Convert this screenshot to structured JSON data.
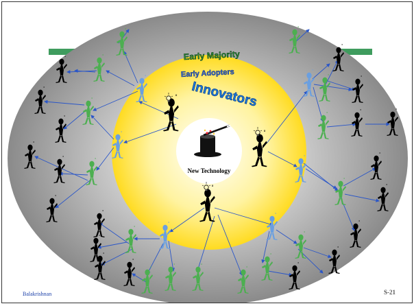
{
  "diagram": {
    "outer_label": "Early Majority",
    "middle_label": "Early Adopters",
    "inner_label": "Innovators",
    "center_label": "New Technology"
  },
  "footer": {
    "author": "Balakrishnan",
    "slide_number": "S-21"
  },
  "colors": {
    "outer_ring": "#9a9a9a",
    "inner_disc": "#ffd800",
    "center_disc": "#ffffff",
    "band": "#3f9c5e",
    "innovator": "#000000",
    "early_adopter": "#6a9fe0",
    "early_majority": "#4caf50",
    "late_majority": "#000000",
    "arrow": "#2a56c8",
    "outer_label": "#2e8b3a",
    "middle_label": "#3b6fd4",
    "inner_label": "#1b78d8"
  },
  "icons": [
    "top-hat-icon",
    "magic-wand-icon",
    "lightbulb-icon",
    "stick-figure-icon"
  ]
}
